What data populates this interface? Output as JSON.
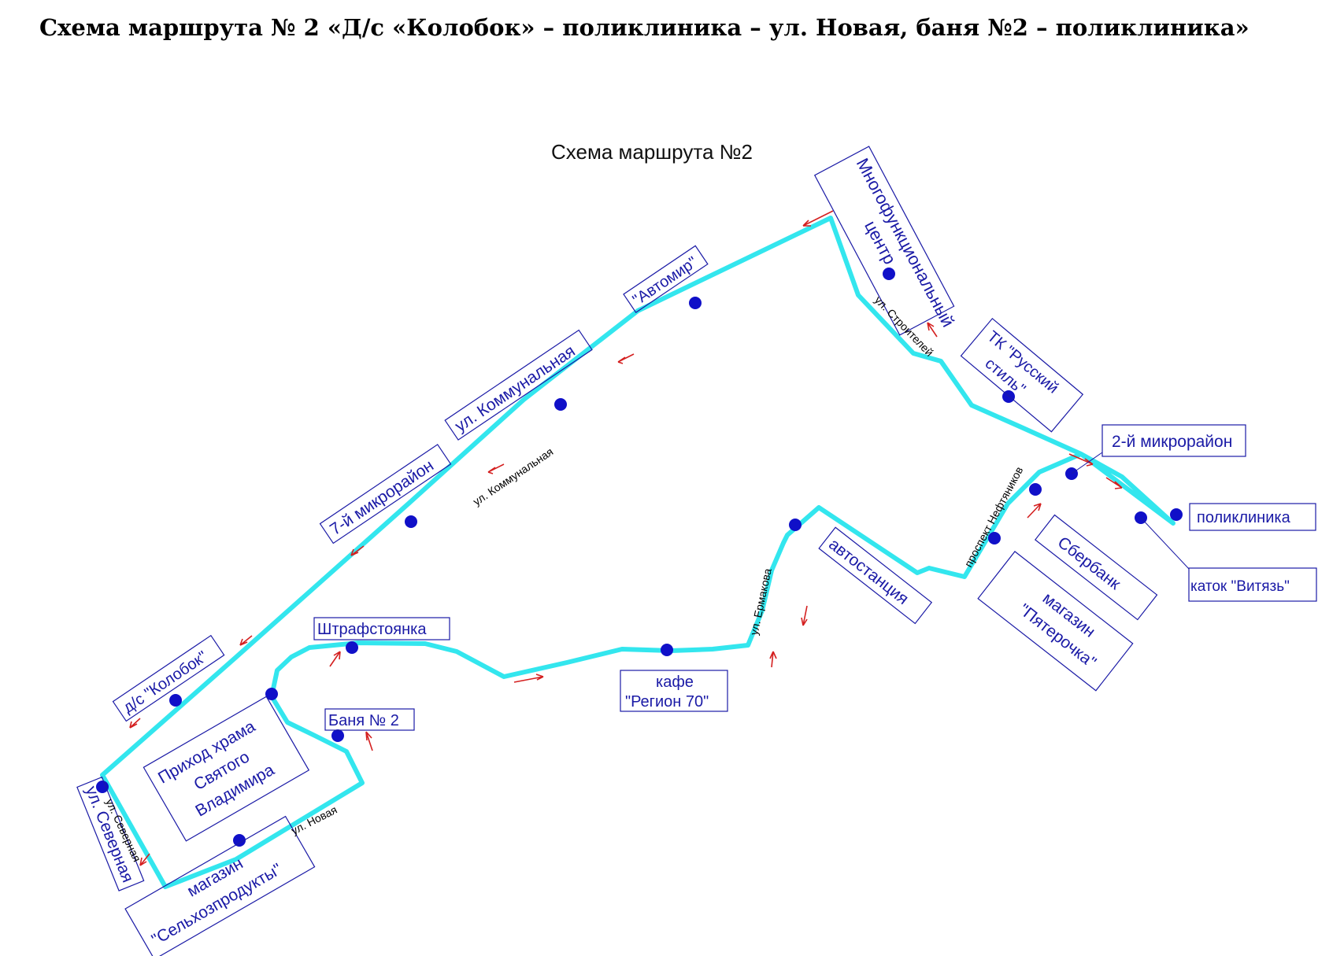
{
  "page_title": "Схема маршрута № 2 «Д/с «Колобок» – поликлиника – ул. Новая, баня №2 – поликлиника»",
  "map": {
    "title": "Схема маршрута №2",
    "route_color": "#33e6ee",
    "stop_color": "#1010c8",
    "label_color": "#1a1aa6",
    "arrow_color": "#d42020",
    "stops": {
      "mfc": "Многофункциональный центр",
      "mfc_line1": "Многофункциональный",
      "mfc_line2": "центр",
      "avtomir": "\"Автомир\"",
      "kommunalnaya": "ул. Коммунальная",
      "mkr7": "7-й микрорайон",
      "kolobok": "д/с \"Колобок\"",
      "severnaya": "ул. Северная",
      "tk_line1": "ТК \"Русский",
      "tk_line2": "стиль\"",
      "mkr2": "2-й микрорайон",
      "poliklinika": "поликлиника",
      "sberbank": "Сбербанк",
      "katok": "каток \"Витязь\"",
      "pyaterochka_line1": "магазин",
      "pyaterochka_line2": "\"Пятерочка\"",
      "avtostanciya": "автостанция",
      "kafe_line1": "кафе",
      "kafe_line2": "\"Регион 70\"",
      "shtraf": "Штрафстоянка",
      "banya": "Баня № 2",
      "hram_line1": "Приход храма",
      "hram_line2": "Святого",
      "hram_line3": "Владимира",
      "selhoz_line1": "магазин",
      "selhoz_line2": "\"Сельхозпродукты\""
    },
    "streets": {
      "stroiteley": "ул. Строителей",
      "kommunalnaya": "ул. Коммунальная",
      "neftyanikov": "проспект Нефтяников",
      "ermakova": "ул. Ермакова",
      "novaya": "ул. Новая",
      "severnaya": "ул. Северная"
    }
  }
}
